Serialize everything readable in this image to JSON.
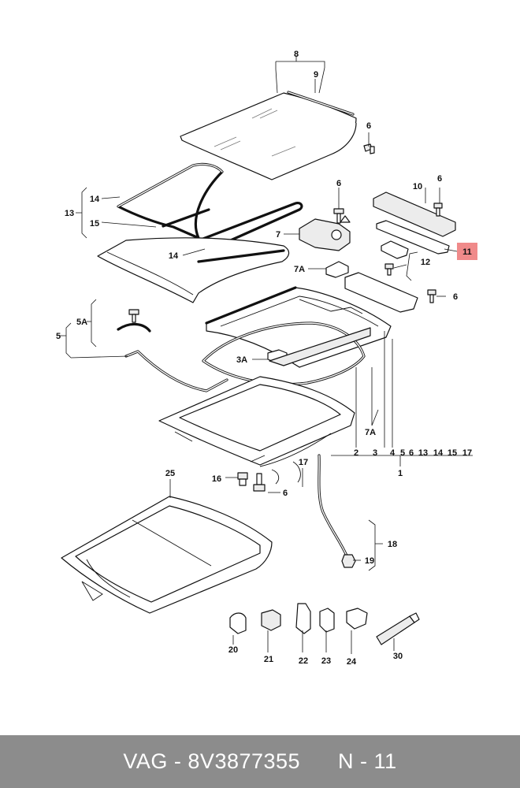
{
  "colors": {
    "footer_bg": "#8c8c8c",
    "footer_text": "#ffffff",
    "highlight": "#f08a8a",
    "line": "#111111"
  },
  "callouts": {
    "c8": "8",
    "c9": "9",
    "c6a": "6",
    "c14a": "14",
    "c13": "13",
    "c15": "15",
    "c14b": "14",
    "c6b": "6",
    "c7": "7",
    "c7a_top": "7A",
    "c10": "10",
    "c6c": "6",
    "c11": "11",
    "c12": "12",
    "c6d": "6",
    "c5": "5",
    "c5a": "5A",
    "c3a": "3A",
    "c7a_low": "7A",
    "r2": "2",
    "r3": "3",
    "r4": "4",
    "r5": "5",
    "r6": "6",
    "r13": "13",
    "r14": "14",
    "r15": "15",
    "r17": "17",
    "c1": "1",
    "c16": "16",
    "c17": "17",
    "c6e": "6",
    "c25": "25",
    "c18": "18",
    "c19": "19",
    "c20": "20",
    "c21": "21",
    "c22": "22",
    "c23": "23",
    "c24": "24",
    "c30": "30"
  },
  "footer": {
    "text": "VAG - 8V3877355      N - 11"
  }
}
